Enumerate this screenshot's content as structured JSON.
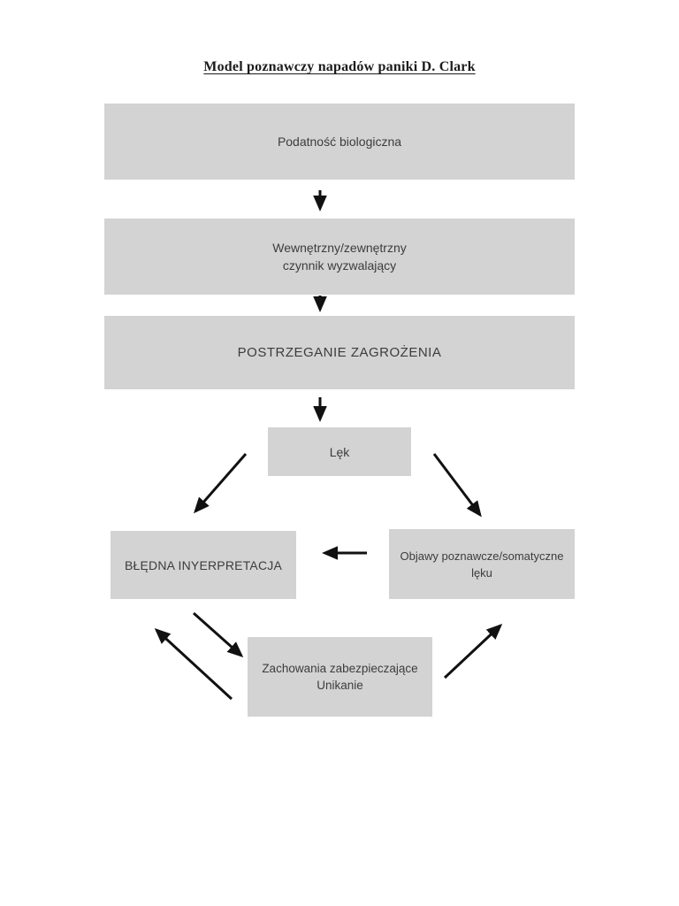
{
  "page": {
    "title": "Model poznawczy napadów paniki D. Clark",
    "background_color": "#ffffff"
  },
  "colors": {
    "node_fill": "#d3d3d3",
    "node_text": "#3c3c3c",
    "title_text": "#1c1c1c",
    "arrow": "#111111"
  },
  "nodes": {
    "biological": {
      "label": "Podatność biologiczna"
    },
    "trigger": {
      "label": "Wewnętrzny/zewnętrzny\nczynnik wyzwalający"
    },
    "perception": {
      "label": "POSTRZEGANIE ZAGROŻENIA"
    },
    "anxiety": {
      "label": "Lęk"
    },
    "misinterpretation": {
      "label": "BŁĘDNA INYERPRETACJA"
    },
    "symptoms": {
      "label": "Objawy poznawcze/somatyczne\nlęku"
    },
    "safety_behaviors": {
      "label": "Zachowania zabezpieczające\nUnikanie"
    }
  },
  "edges": [
    {
      "from": "biological",
      "to": "trigger"
    },
    {
      "from": "trigger",
      "to": "perception"
    },
    {
      "from": "perception",
      "to": "anxiety"
    },
    {
      "from": "anxiety",
      "to": "misinterpretation"
    },
    {
      "from": "anxiety",
      "to": "symptoms"
    },
    {
      "from": "symptoms",
      "to": "misinterpretation"
    },
    {
      "from": "misinterpretation",
      "to": "safety_behaviors"
    },
    {
      "from": "safety_behaviors",
      "to": "misinterpretation"
    },
    {
      "from": "safety_behaviors",
      "to": "symptoms"
    }
  ]
}
